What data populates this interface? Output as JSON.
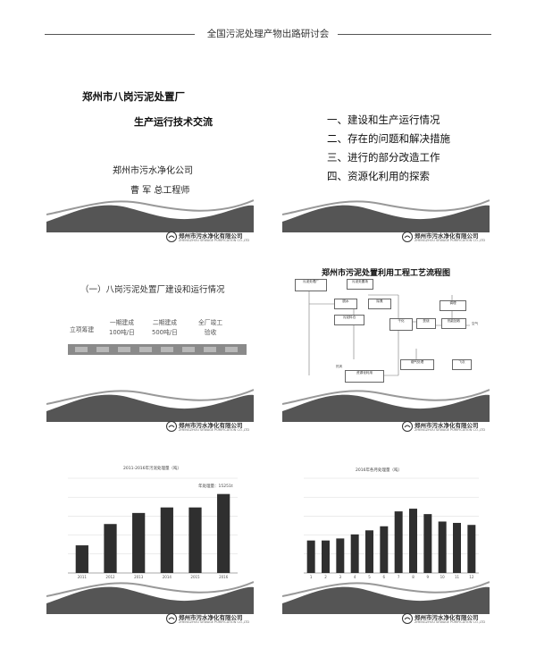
{
  "header": {
    "title": "全国污泥处理产物出路研讨会"
  },
  "brand": {
    "name": "郑州市污水净化有限公司",
    "en": "ZHENGZHOU SEWAGE PURIFICATION CO.,LTD"
  },
  "slide1": {
    "title_line1": "郑州市八岗污泥处置厂",
    "title_line2": "生产运行技术交流",
    "org": "郑州市污水净化公司",
    "person": "曹 军  总工程师"
  },
  "slide2": {
    "items": [
      "一、建设和生产运行情况",
      "二、存在的问题和解决措施",
      "三、进行的部分改造工作",
      "四、资源化利用的探索"
    ]
  },
  "slide3": {
    "section": "（一）八岗污泥处置厂建设和运行情况",
    "milestones": [
      {
        "line1": "立项筹建",
        "line2": ""
      },
      {
        "line1": "一期建成",
        "line2": "100吨/日"
      },
      {
        "line1": "二期建成",
        "line2": "500吨/日"
      },
      {
        "line1": "全厂竣工",
        "line2": "验收"
      }
    ]
  },
  "slide4": {
    "title": "郑州市污泥处置利用工程工艺流程图",
    "nodes": {
      "n1": "污泥处理厂",
      "n2": "污泥处置场",
      "n3": "脱水",
      "n4": "除臭",
      "n5": "污泥料仓",
      "n6": "调理",
      "n7": "干化",
      "n8": "焚烧",
      "n9": "热能回收",
      "n10": "烟气处理",
      "n11": "飞灰",
      "n12": "资源化利用"
    },
    "labels": {
      "l1": "空气",
      "l2": "热风"
    }
  },
  "brand_colors": {
    "wave": "#555555",
    "bar": "#2f2f2f"
  },
  "chart_data": [
    {
      "type": "bar",
      "title": "2011-2016年污泥处理量（吨）",
      "note": "年处理量：15251t",
      "categories": [
        "2011",
        "2012",
        "2013",
        "2014",
        "2015",
        "2016"
      ],
      "values": [
        35,
        62,
        76,
        83,
        83,
        100
      ],
      "ylim": [
        0,
        120
      ]
    },
    {
      "type": "bar",
      "title": "2016年各月处理量（吨）",
      "categories": [
        "1",
        "2",
        "3",
        "4",
        "5",
        "6",
        "7",
        "8",
        "9",
        "10",
        "11",
        "12"
      ],
      "values": [
        2400,
        2400,
        2550,
        2850,
        3150,
        3450,
        4550,
        4750,
        4350,
        3800,
        3700,
        3550
      ],
      "ylim": [
        0,
        7000
      ]
    }
  ]
}
